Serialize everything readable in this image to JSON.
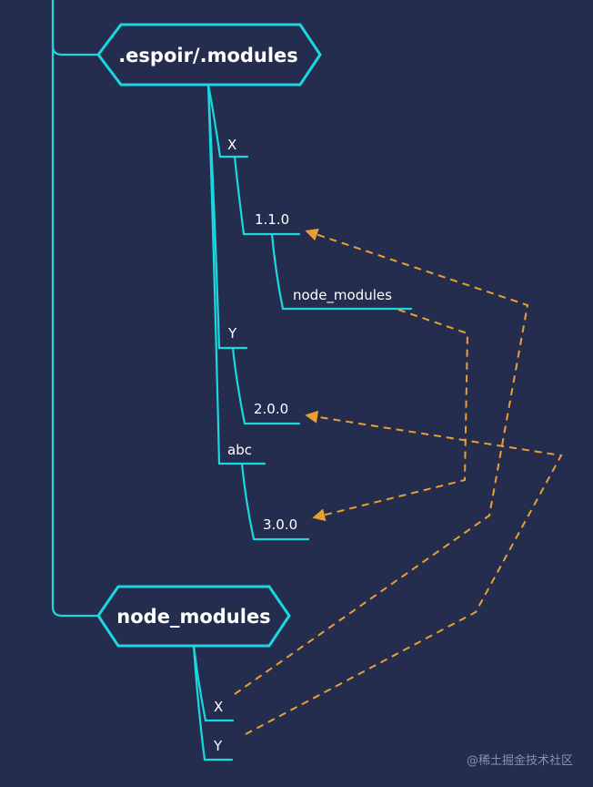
{
  "nodes": {
    "espoir_modules": ".espoir/.modules",
    "x": "X",
    "x_version": "1.1.0",
    "x_node_modules": "node_modules",
    "y": "Y",
    "y_version": "2.0.0",
    "abc": "abc",
    "abc_version": "3.0.0",
    "root_node_modules": "node_modules",
    "root_x": "X",
    "root_y": "Y"
  },
  "watermark": "@稀土掘金技术社区",
  "colors": {
    "background": "#252d4f",
    "branch": "#19d8e0",
    "link": "#e8a033",
    "text": "#ffffff"
  }
}
